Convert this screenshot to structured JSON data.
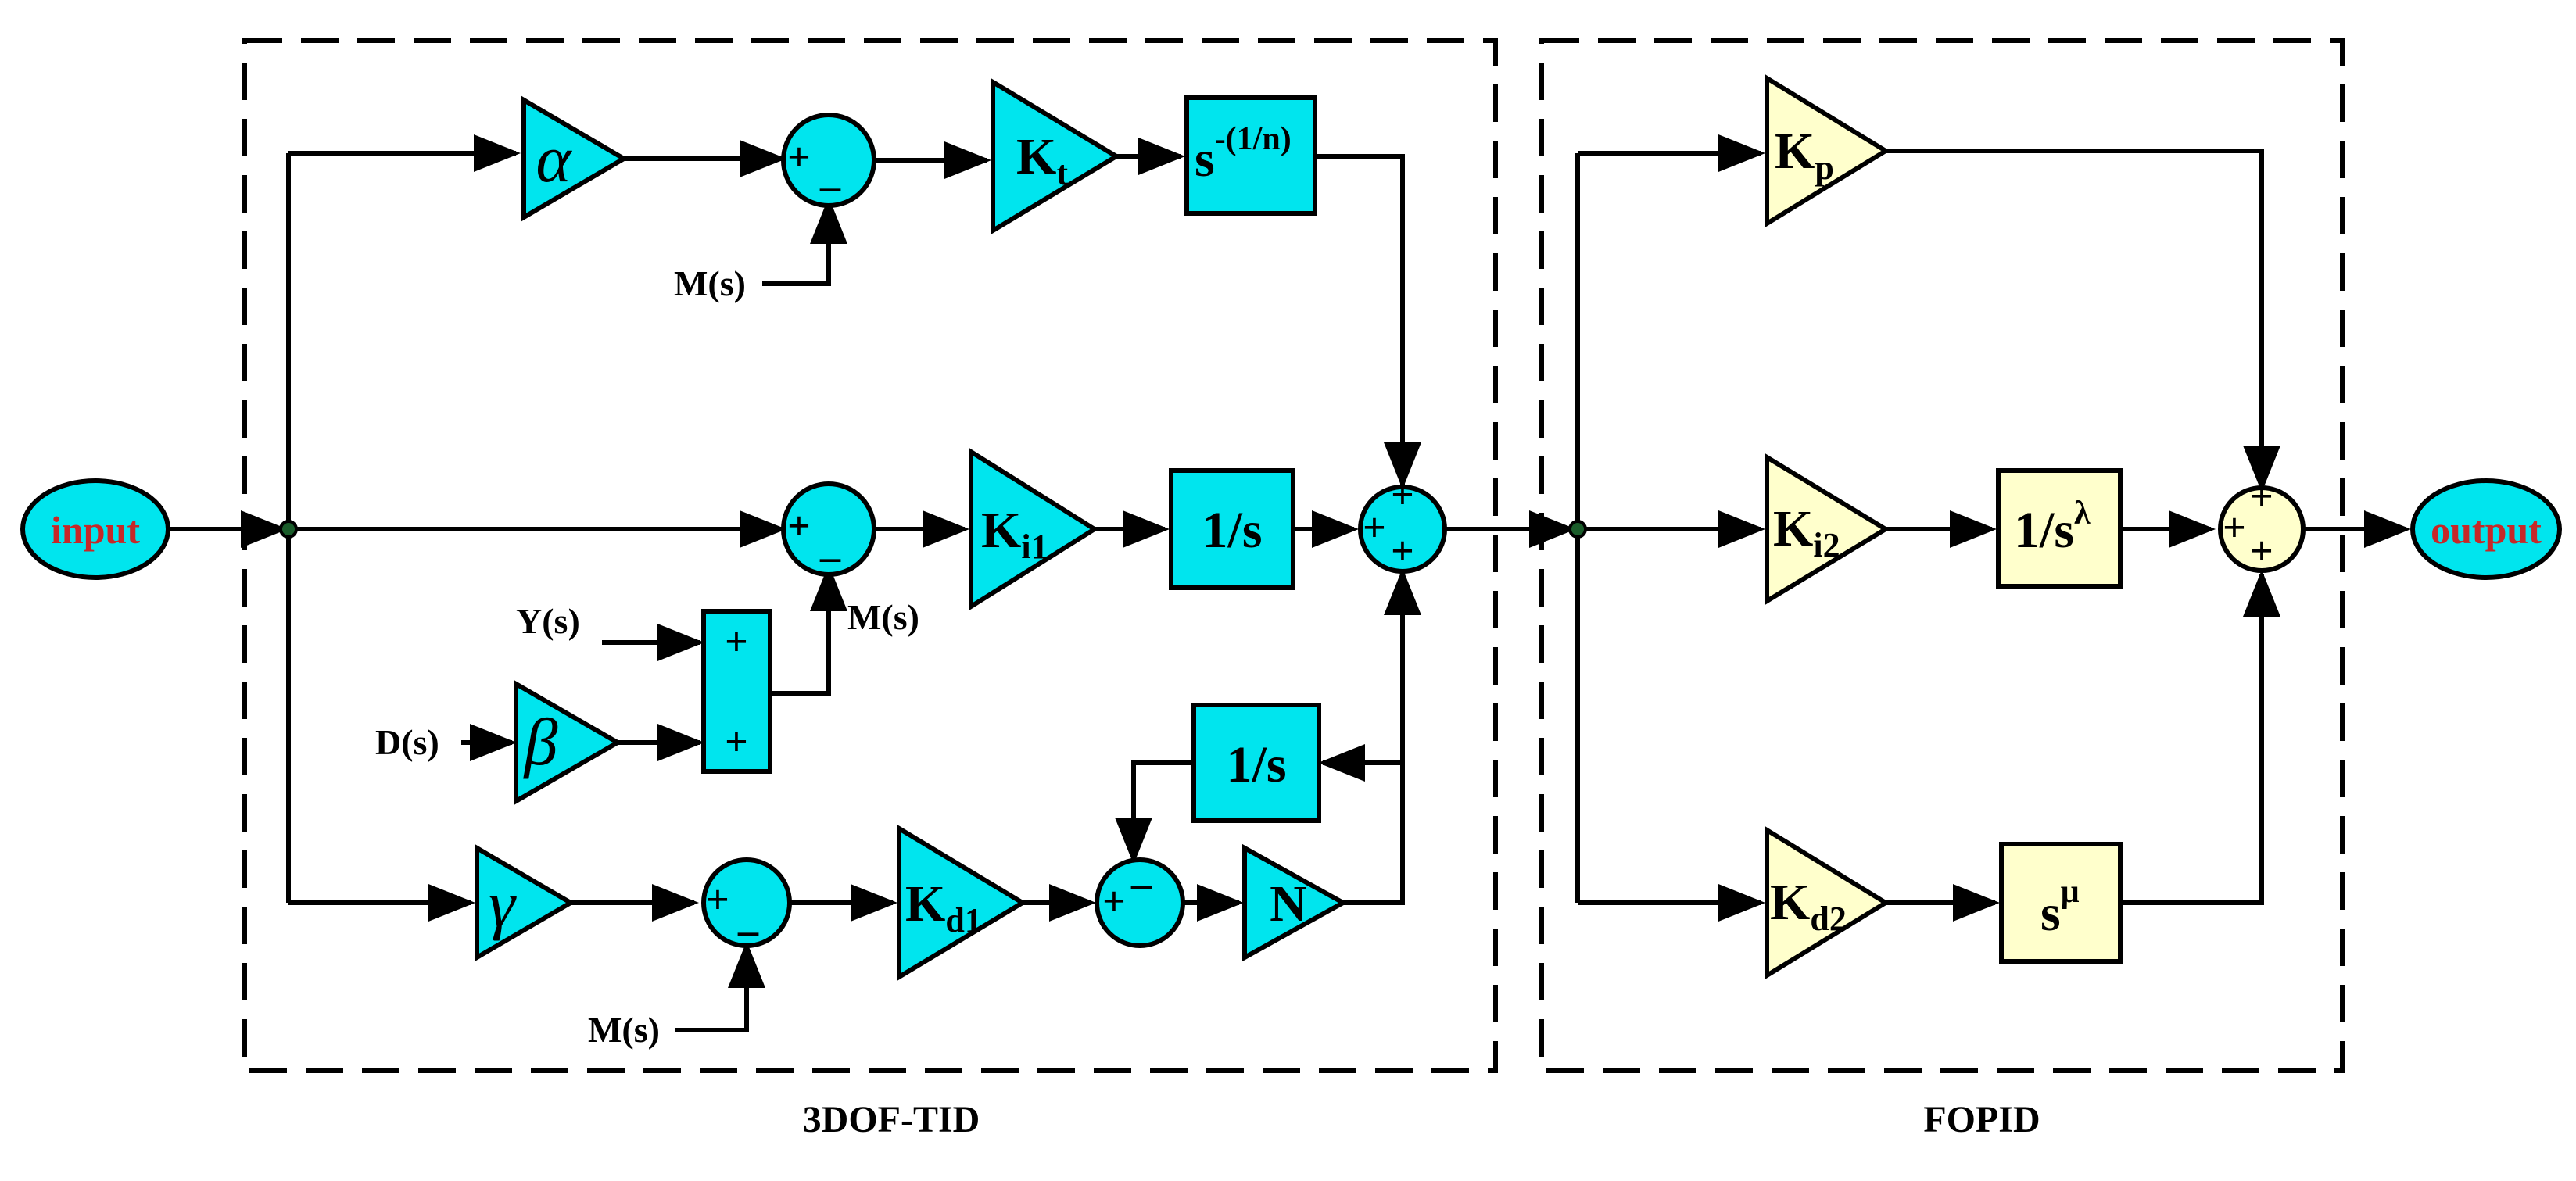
{
  "blocks": {
    "tid": {
      "caption": "3DOF-TID"
    },
    "fopid": {
      "caption": "FOPID"
    }
  },
  "terminals": {
    "input": "input",
    "output": "output"
  },
  "signals": {
    "m_top": "M(s)",
    "m_mid": "M(s)",
    "m_bottom": "M(s)",
    "y": "Y(s)",
    "d": "D(s)"
  },
  "gains": {
    "alpha": "α",
    "beta": "β",
    "gamma": "γ",
    "kt": {
      "base": "K",
      "sub": "t"
    },
    "ki1": {
      "base": "K",
      "sub": "i1"
    },
    "kd1": {
      "base": "K",
      "sub": "d1"
    },
    "n": "N",
    "kp": {
      "base": "K",
      "sub": "p"
    },
    "ki2": {
      "base": "K",
      "sub": "i2"
    },
    "kd2": {
      "base": "K",
      "sub": "d2"
    }
  },
  "transfer": {
    "tilt": {
      "base": "s",
      "sup": "-(1/n)"
    },
    "integrator_main": "1/s",
    "integrator_filter": "1/s",
    "frac_integrator": {
      "base": "1/s",
      "sup": "λ"
    },
    "frac_derivative": {
      "base": "s",
      "sup": "μ"
    }
  },
  "signs": {
    "plus": "+",
    "minus": "_"
  },
  "colors": {
    "tid_fill": "#00E5EE",
    "fopid_fill": "#FFFFCC",
    "terminal_text": "#C62828",
    "line": "#000000"
  }
}
